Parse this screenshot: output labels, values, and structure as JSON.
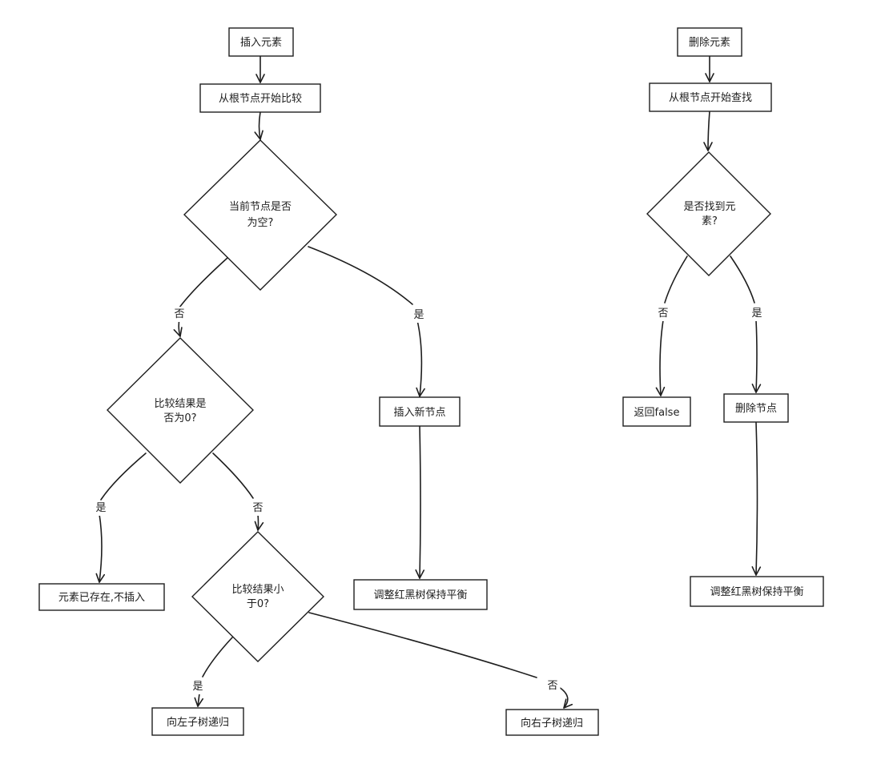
{
  "colors": {
    "stroke": "#1e1e1e",
    "background": "#ffffff"
  },
  "insert": {
    "start": "插入元素",
    "compare_from_root": "从根节点开始比较",
    "is_empty": [
      "当前节点是否",
      "为空?"
    ],
    "is_zero": [
      "比较结果是",
      "否为0?"
    ],
    "insert_new": "插入新节点",
    "exists": "元素已存在,不插入",
    "rebalance": "调整红黑树保持平衡",
    "is_less": [
      "比较结果小",
      "于0?"
    ],
    "recurse_left": "向左子树递归",
    "recurse_right": "向右子树递归"
  },
  "delete": {
    "start": "删除元素",
    "search_from_root": "从根节点开始查找",
    "found": [
      "是否找到元",
      "素?"
    ],
    "return_false": "返回false",
    "delete_node": "删除节点",
    "rebalance": "调整红黑树保持平衡"
  },
  "labels": {
    "yes": "是",
    "no": "否"
  }
}
